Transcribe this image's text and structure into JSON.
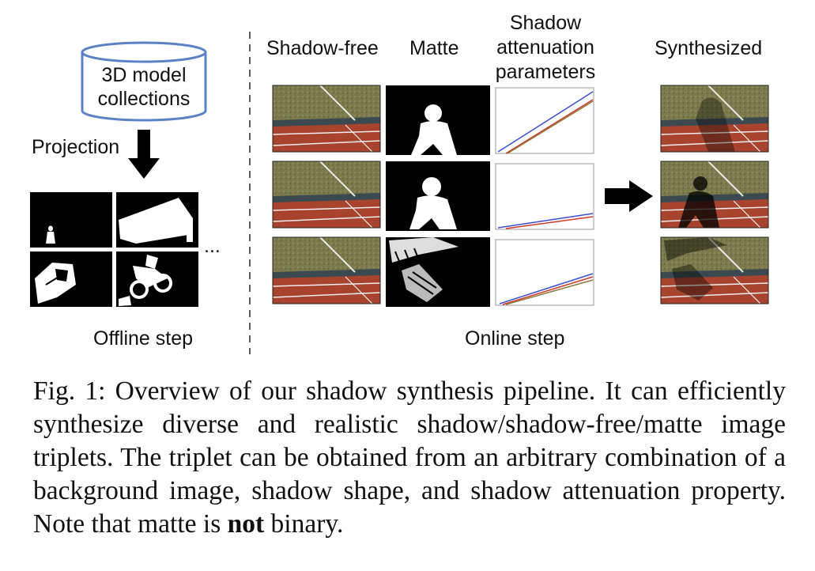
{
  "offline": {
    "database_label_line1": "3D model",
    "database_label_line2": "collections",
    "projection_label": "Projection",
    "ellipsis": "...",
    "step_label": "Offline step"
  },
  "online": {
    "headers": {
      "shadow_free": "Shadow-free",
      "matte": "Matte",
      "attenuation_line1": "Shadow",
      "attenuation_line2": "attenuation",
      "attenuation_line3": "parameters",
      "synthesized": "Synthesized"
    },
    "step_label": "Online step"
  },
  "colors": {
    "track_red": "#a8442e",
    "grass": "#7c7c4e",
    "curve_blue": "#3a4fd4",
    "curve_red": "#d23a2a",
    "curve_olive": "#8c7a3c",
    "database_outline": "#5b82c6"
  },
  "caption": {
    "text_before_bold": "Fig. 1: Overview of our shadow synthesis pipeline. It can efficiently synthesize diverse and realistic shadow/shadow-free/matte image triplets. The triplet can be obtained from an arbitrary combination of a background image, shadow shape, and shadow attenuation property. Note that matte is ",
    "bold_word": "not",
    "text_after_bold": " binary."
  }
}
